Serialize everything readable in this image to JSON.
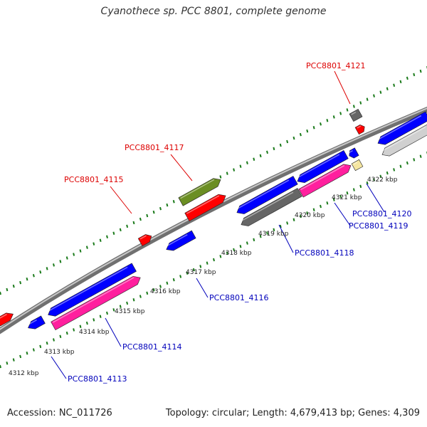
{
  "title": "Cyanothece sp. PCC 8801, complete genome",
  "accession": "Accession: NC_011726",
  "summary": "Topology: circular; Length: 4,679,413 bp; Genes: 4,309",
  "colors": {
    "blue": "#0000ff",
    "red": "#ff0000",
    "pink": "#ff1f9e",
    "gray": "#666666",
    "lightgray": "#d0d0d0",
    "olive": "#6b8e23",
    "yellow": "#f5e6a0",
    "tick": "#1a7a1a",
    "backbone": "#8a8a8a",
    "label_red": "#dd0000",
    "label_blue": "#0000bb"
  },
  "ticks": [
    {
      "label": "4312 kbp"
    },
    {
      "label": "4313 kbp"
    },
    {
      "label": "4314 kbp"
    },
    {
      "label": "4315 kbp"
    },
    {
      "label": "4316 kbp"
    },
    {
      "label": "4317 kbp"
    },
    {
      "label": "4318 kbp"
    },
    {
      "label": "4319 kbp"
    },
    {
      "label": "4320 kbp"
    },
    {
      "label": "4321 kbp"
    },
    {
      "label": "4322 kbp"
    }
  ],
  "gene_labels": [
    {
      "text": "PCC8801_4121",
      "color": "red"
    },
    {
      "text": "PCC8801_4117",
      "color": "red"
    },
    {
      "text": "PCC8801_4115",
      "color": "red"
    },
    {
      "text": "PCC8801_4120",
      "color": "blue"
    },
    {
      "text": "PCC8801_4119",
      "color": "blue"
    },
    {
      "text": "PCC8801_4118",
      "color": "blue"
    },
    {
      "text": "PCC8801_4116",
      "color": "blue"
    },
    {
      "text": "PCC8801_4114",
      "color": "blue"
    },
    {
      "text": "PCC8801_4113",
      "color": "blue"
    }
  ]
}
